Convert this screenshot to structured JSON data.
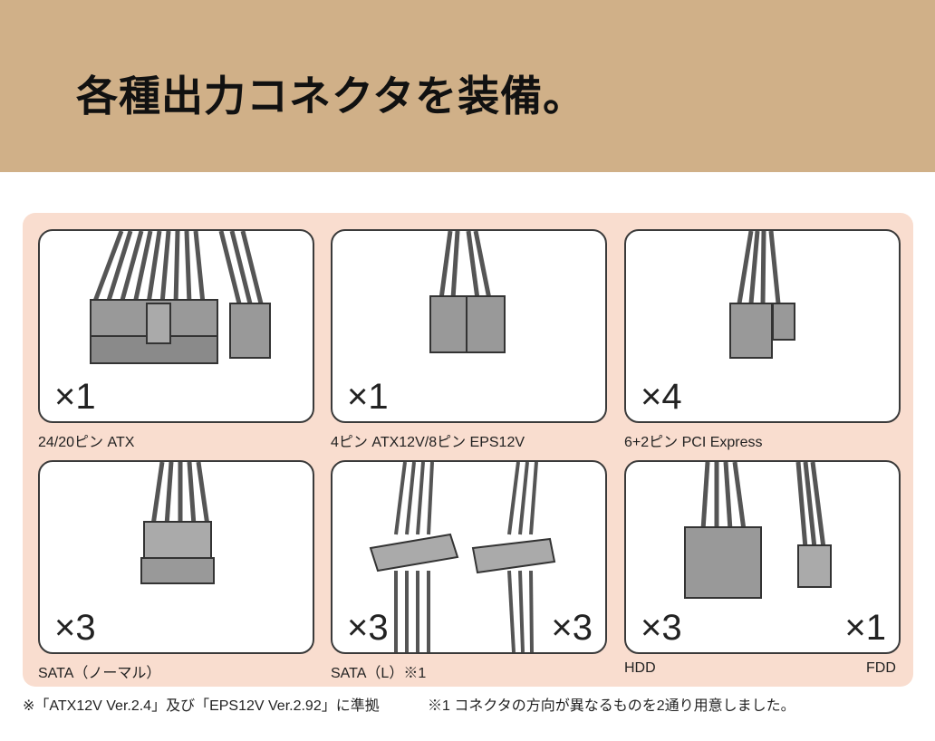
{
  "banner": {
    "title": "各種出力コネクタを装備。"
  },
  "connectors": [
    {
      "count": "×1",
      "label": "24/20ピン ATX"
    },
    {
      "count": "×1",
      "label": "4ピン ATX12V/8ピン EPS12V"
    },
    {
      "count": "×4",
      "label": "6+2ピン PCI Express"
    },
    {
      "count": "×3",
      "label": "SATA（ノーマル）"
    },
    {
      "count": "×3",
      "count2": "×3",
      "label": "SATA（L）※1"
    },
    {
      "count": "×3",
      "count2": "×1",
      "label": "HDD",
      "label2": "FDD"
    }
  ],
  "footnotes": {
    "compliance": "※「ATX12V Ver.2.4」及び「EPS12V Ver.2.92」に準拠",
    "note1": "※1 コネクタの方向が異なるものを2通り用意しました。"
  }
}
